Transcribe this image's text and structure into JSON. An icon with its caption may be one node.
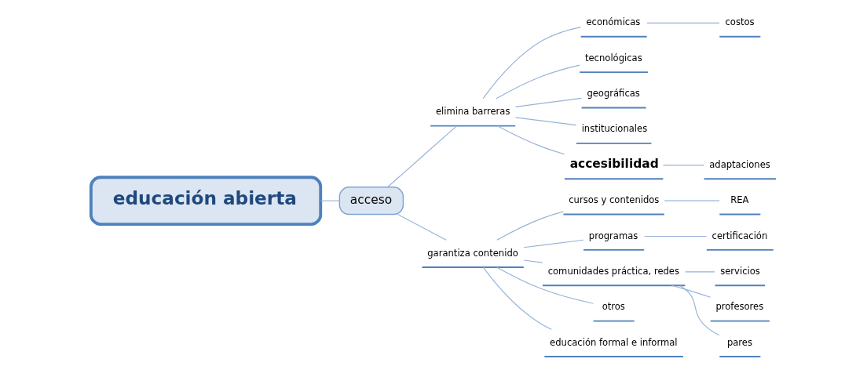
{
  "diagram": {
    "nodes": [
      {
        "text": [
          "educación abierta"
        ]
      },
      {
        "text": [
          "acceso"
        ]
      },
      {
        "text": [
          "elimina barreras"
        ]
      },
      {
        "text": [
          "económicas"
        ]
      },
      {
        "text": [
          "costos"
        ]
      },
      {
        "text": [
          "tecnológicas"
        ]
      },
      {
        "text": [
          "geográficas"
        ]
      },
      {
        "text": [
          "institucionales"
        ]
      },
      {
        "text": [
          "accesibilidad"
        ]
      },
      {
        "text": [
          "adaptaciones"
        ]
      },
      {
        "text": [
          "garantiza contenido"
        ]
      },
      {
        "text": [
          "cursos y contenidos"
        ]
      },
      {
        "text": [
          "REA"
        ]
      },
      {
        "text": [
          "programas"
        ]
      },
      {
        "text": [
          "certificación"
        ]
      },
      {
        "text": [
          "comunidades práctica, redes"
        ]
      },
      {
        "text": [
          "servicios"
        ]
      },
      {
        "text": [
          "profesores"
        ]
      },
      {
        "text": [
          "pares"
        ]
      },
      {
        "text": [
          "otros"
        ]
      },
      {
        "text": [
          "educación formal e informal"
        ]
      }
    ],
    "edges": [
      {
        "from": 0,
        "to": 1,
        "arrow": "none"
      },
      {
        "from": 1,
        "to": 2,
        "arrow": "none"
      },
      {
        "from": 2,
        "to": 3,
        "arrow": "none"
      },
      {
        "from": 3,
        "to": 4,
        "arrow": "none"
      },
      {
        "from": 2,
        "to": 5,
        "arrow": "none"
      },
      {
        "from": 2,
        "to": 6,
        "arrow": "none"
      },
      {
        "from": 2,
        "to": 7,
        "arrow": "none"
      },
      {
        "from": 2,
        "to": 8,
        "arrow": "none"
      },
      {
        "from": 8,
        "to": 9,
        "arrow": "none"
      },
      {
        "from": 1,
        "to": 10,
        "arrow": "none"
      },
      {
        "from": 10,
        "to": 11,
        "arrow": "none"
      },
      {
        "from": 11,
        "to": 12,
        "arrow": "none"
      },
      {
        "from": 10,
        "to": 13,
        "arrow": "none"
      },
      {
        "from": 13,
        "to": 14,
        "arrow": "none"
      },
      {
        "from": 10,
        "to": 15,
        "arrow": "none"
      },
      {
        "from": 15,
        "to": 16,
        "arrow": "none"
      },
      {
        "from": 15,
        "to": 17,
        "arrow": "none"
      },
      {
        "from": 15,
        "to": 18,
        "arrow": "none"
      },
      {
        "from": 10,
        "to": 19,
        "arrow": "none"
      },
      {
        "from": 10,
        "to": 20,
        "arrow": "none"
      }
    ]
  }
}
